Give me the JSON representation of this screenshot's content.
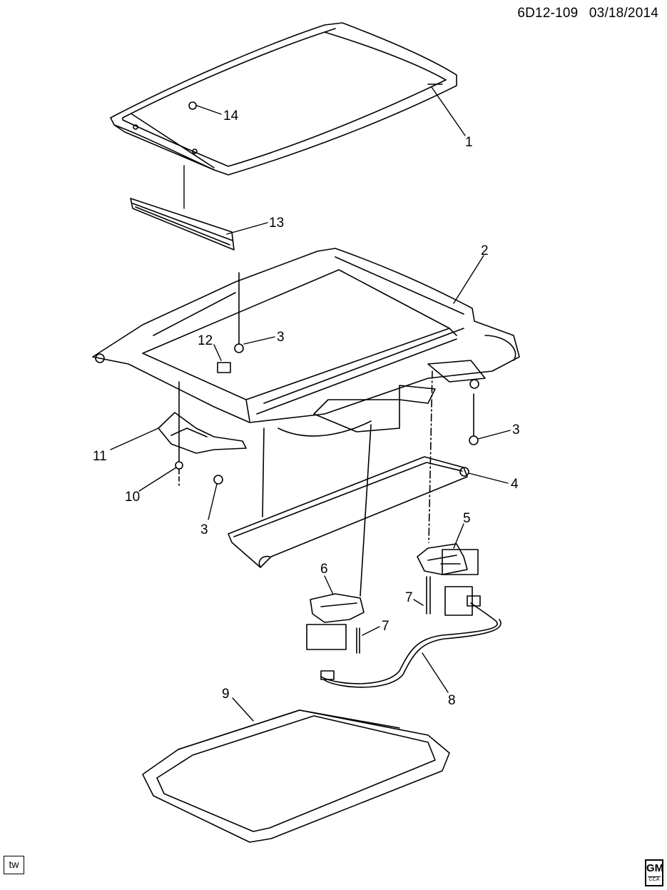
{
  "header": {
    "code": "6D12-109",
    "date": "03/18/2014"
  },
  "callouts": [
    {
      "id": "c14",
      "text": "14"
    },
    {
      "id": "c1",
      "text": "1"
    },
    {
      "id": "c13",
      "text": "13"
    },
    {
      "id": "c2",
      "text": "2"
    },
    {
      "id": "c12",
      "text": "12"
    },
    {
      "id": "c3a",
      "text": "3"
    },
    {
      "id": "c3b",
      "text": "3"
    },
    {
      "id": "c11",
      "text": "11"
    },
    {
      "id": "c10",
      "text": "10"
    },
    {
      "id": "c3c",
      "text": "3"
    },
    {
      "id": "c4",
      "text": "4"
    },
    {
      "id": "c5",
      "text": "5"
    },
    {
      "id": "c6",
      "text": "6"
    },
    {
      "id": "c7a",
      "text": "7"
    },
    {
      "id": "c7b",
      "text": "7"
    },
    {
      "id": "c8",
      "text": "8"
    },
    {
      "id": "c9",
      "text": "9"
    }
  ],
  "footer": {
    "tw_label": "tw",
    "logo_text": "GM",
    "logo_sub": "CCA"
  }
}
